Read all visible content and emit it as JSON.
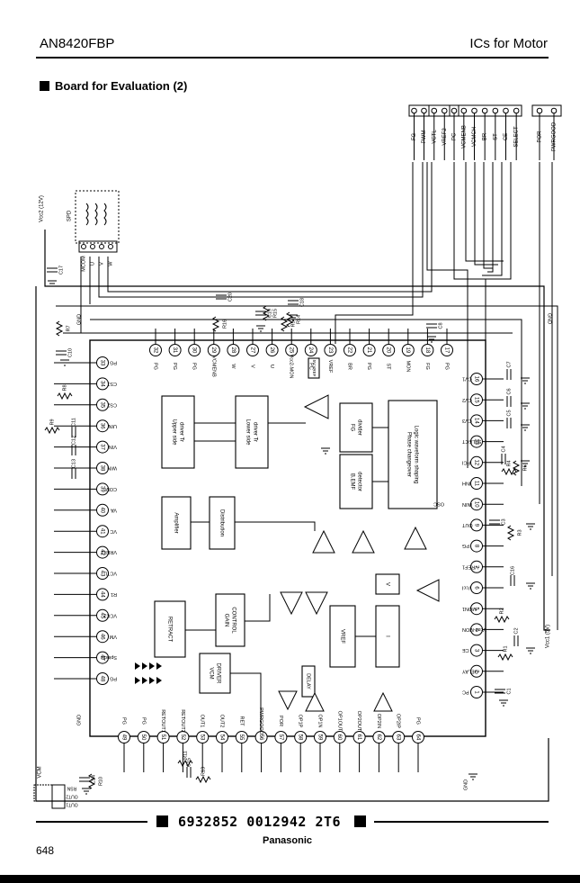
{
  "header": {
    "left": "AN8420FBP",
    "right": "ICs for Motor"
  },
  "section_title": "Board for Evaluation (2)",
  "connectors": {
    "group1": [
      "FG",
      "PWM"
    ],
    "group2": [
      "VCTL",
      "VREF2"
    ],
    "group3": [
      "PC"
    ],
    "group4": [
      "VCMENB",
      "VCMCH",
      "BR",
      "ST",
      "CE",
      "SELECT"
    ],
    "group5": [
      "POR",
      "PWRGOOD"
    ]
  },
  "supply": {
    "vcc2": "Vcc2 (12V)",
    "vcc1": "Vcc1 (5V)",
    "gnd": "GND"
  },
  "motor": {
    "spd": "SPD",
    "wires": [
      "MCOM",
      "U",
      "V",
      "W"
    ]
  },
  "vcm": {
    "label": "VCM",
    "pins": [
      "RSN",
      "OUT2",
      "OUT1"
    ]
  },
  "pins_top": [
    {
      "n": "32",
      "label": "PG"
    },
    {
      "n": "31",
      "label": "PG"
    },
    {
      "n": "30",
      "label": "PG"
    },
    {
      "n": "29",
      "label": "VCMENB"
    },
    {
      "n": "28",
      "label": "W"
    },
    {
      "n": "27",
      "label": "V"
    },
    {
      "n": "26",
      "label": "U"
    },
    {
      "n": "25",
      "label": "Vcc2-MON"
    },
    {
      "n": "24",
      "label": "PC"
    },
    {
      "n": "23",
      "label": "VREF"
    },
    {
      "n": "22",
      "label": "BR"
    },
    {
      "n": "21",
      "label": "PG"
    },
    {
      "n": "20",
      "label": "ST"
    },
    {
      "n": "19",
      "label": "MON"
    },
    {
      "n": "18",
      "label": "FG"
    },
    {
      "n": "17",
      "label": "PG"
    }
  ],
  "pins_left": [
    {
      "n": "33",
      "label": "PG"
    },
    {
      "n": "34",
      "label": "CS1"
    },
    {
      "n": "35",
      "label": "CS2"
    },
    {
      "n": "36",
      "label": "UIN"
    },
    {
      "n": "37",
      "label": "VIN"
    },
    {
      "n": "38",
      "label": "WIN"
    },
    {
      "n": "39",
      "label": "COM"
    },
    {
      "n": "40",
      "label": "VA"
    },
    {
      "n": "41",
      "label": "VC"
    },
    {
      "n": "42",
      "label": "VREF2"
    },
    {
      "n": "43",
      "label": "VCTL"
    },
    {
      "n": "44",
      "label": "R1"
    },
    {
      "n": "45",
      "label": "VCC2"
    },
    {
      "n": "46",
      "label": "VM"
    },
    {
      "n": "47",
      "label": "Spindle"
    },
    {
      "n": "48",
      "label": "PG"
    }
  ],
  "pins_right": [
    {
      "n": "16",
      "label": "CV1"
    },
    {
      "n": "15",
      "label": "CV2"
    },
    {
      "n": "14",
      "label": "CV3"
    },
    {
      "n": "13",
      "label": "SELECT"
    },
    {
      "n": "12",
      "label": "PCI"
    },
    {
      "n": "11",
      "label": "INH"
    },
    {
      "n": "10",
      "label": "ININ"
    },
    {
      "n": "9",
      "label": "OUT"
    },
    {
      "n": "8",
      "label": "PG"
    },
    {
      "n": "7",
      "label": "VREF1"
    },
    {
      "n": "6",
      "label": "VccI"
    },
    {
      "n": "5",
      "label": "MON1"
    },
    {
      "n": "4",
      "label": "Vcc2-MON"
    },
    {
      "n": "3",
      "label": "CE"
    },
    {
      "n": "2",
      "label": "DELAY"
    },
    {
      "n": "1",
      "label": "PC"
    }
  ],
  "pins_bottom": [
    {
      "n": "49",
      "label": "PG"
    },
    {
      "n": "50",
      "label": "PG"
    },
    {
      "n": "51",
      "label": "RETOUT1"
    },
    {
      "n": "52",
      "label": "RETOUT2"
    },
    {
      "n": "53",
      "label": "OUT1"
    },
    {
      "n": "54",
      "label": "OUT2"
    },
    {
      "n": "55",
      "label": "RET"
    },
    {
      "n": "56",
      "label": "PWRGOOD"
    },
    {
      "n": "57",
      "label": "POR"
    },
    {
      "n": "58",
      "label": "OP1P"
    },
    {
      "n": "59",
      "label": "OP1N"
    },
    {
      "n": "60",
      "label": "OP1OUT"
    },
    {
      "n": "61",
      "label": "OP2OUT"
    },
    {
      "n": "62",
      "label": "OP2IN"
    },
    {
      "n": "63",
      "label": "OP2IP"
    },
    {
      "n": "64",
      "label": "PG"
    }
  ],
  "blocks": {
    "upper_driver": "Upper side driver Tr",
    "lower_driver": "Lower side driver Tr",
    "fg_divider": "FG divider",
    "bemf": "B.EMF detector",
    "phase": "Phase changeover Logic waveform shaping",
    "amplifier": "Amplifier",
    "distribution": "Distribution",
    "retract": "RETRACT",
    "gain": "GAIN CONTROL",
    "vcm_driver": "VCM DRIVER",
    "vref_block": "VREF",
    "delay": "DELAY",
    "vref5": "5V VREF",
    "v_box": "V",
    "i_box": "I",
    "osc": "OSC"
  },
  "components": {
    "caps": [
      "C17",
      "C10",
      "C11",
      "C12",
      "C13",
      "C20",
      "C19",
      "C18",
      "C8",
      "C7",
      "C6",
      "C5",
      "C4",
      "C3",
      "C16",
      "C2",
      "C1",
      "C14",
      "C15"
    ],
    "resistors": [
      "R7",
      "R8",
      "R9",
      "R16",
      "R5",
      "R15",
      "R14",
      "R6",
      "R4",
      "R3",
      "R2",
      "R1",
      "R10",
      "R11",
      "R13"
    ]
  },
  "footer": {
    "barcode": "6932852 0012942 2T6",
    "brand": "Panasonic",
    "page": "648"
  }
}
